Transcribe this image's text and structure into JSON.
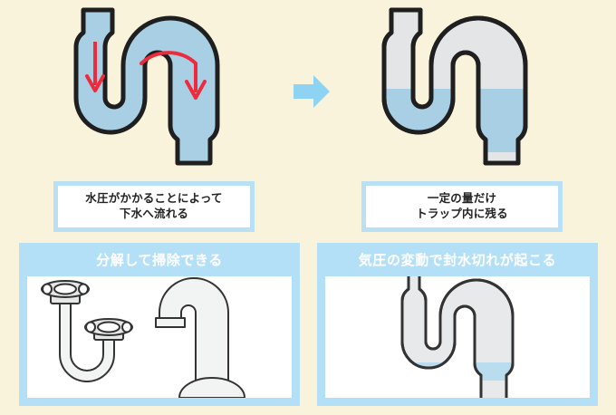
{
  "background_color": "#faf3dc",
  "accent_blue": "#b4e0f7",
  "water_blue": "#a9cfe5",
  "pipe_gray": "#e3e5e6",
  "outline": "#1f1f1f",
  "arrow_red": "#ee2b3c",
  "top_row": {
    "left_panel": {
      "figure_name": "s-trap-full-water-flow",
      "water_state": "flowing",
      "flow_arrows": [
        "down-inlet-arrow",
        "curved-over-bend-arrow"
      ],
      "caption_lines": [
        "水圧がかかることによって",
        "下水へ流れる"
      ]
    },
    "transition_arrow": "right-arrow-icon",
    "right_panel": {
      "figure_name": "s-trap-retained-seal-water",
      "water_state": "retained-in-trap",
      "caption_lines": [
        "一定の量だけ",
        "トラップ内に残る"
      ]
    }
  },
  "bottom_row": {
    "left_card": {
      "header": "分解して掃除できる",
      "figure_name": "disassembled-p-trap-parts",
      "parts": [
        "u-bend-with-union-nuts",
        "hook-pipe-with-flared-base"
      ]
    },
    "right_card": {
      "header": "気圧の変動で封水切れが起こる",
      "figure_name": "s-trap-seal-loss",
      "water_state": "nearly-empty"
    }
  }
}
